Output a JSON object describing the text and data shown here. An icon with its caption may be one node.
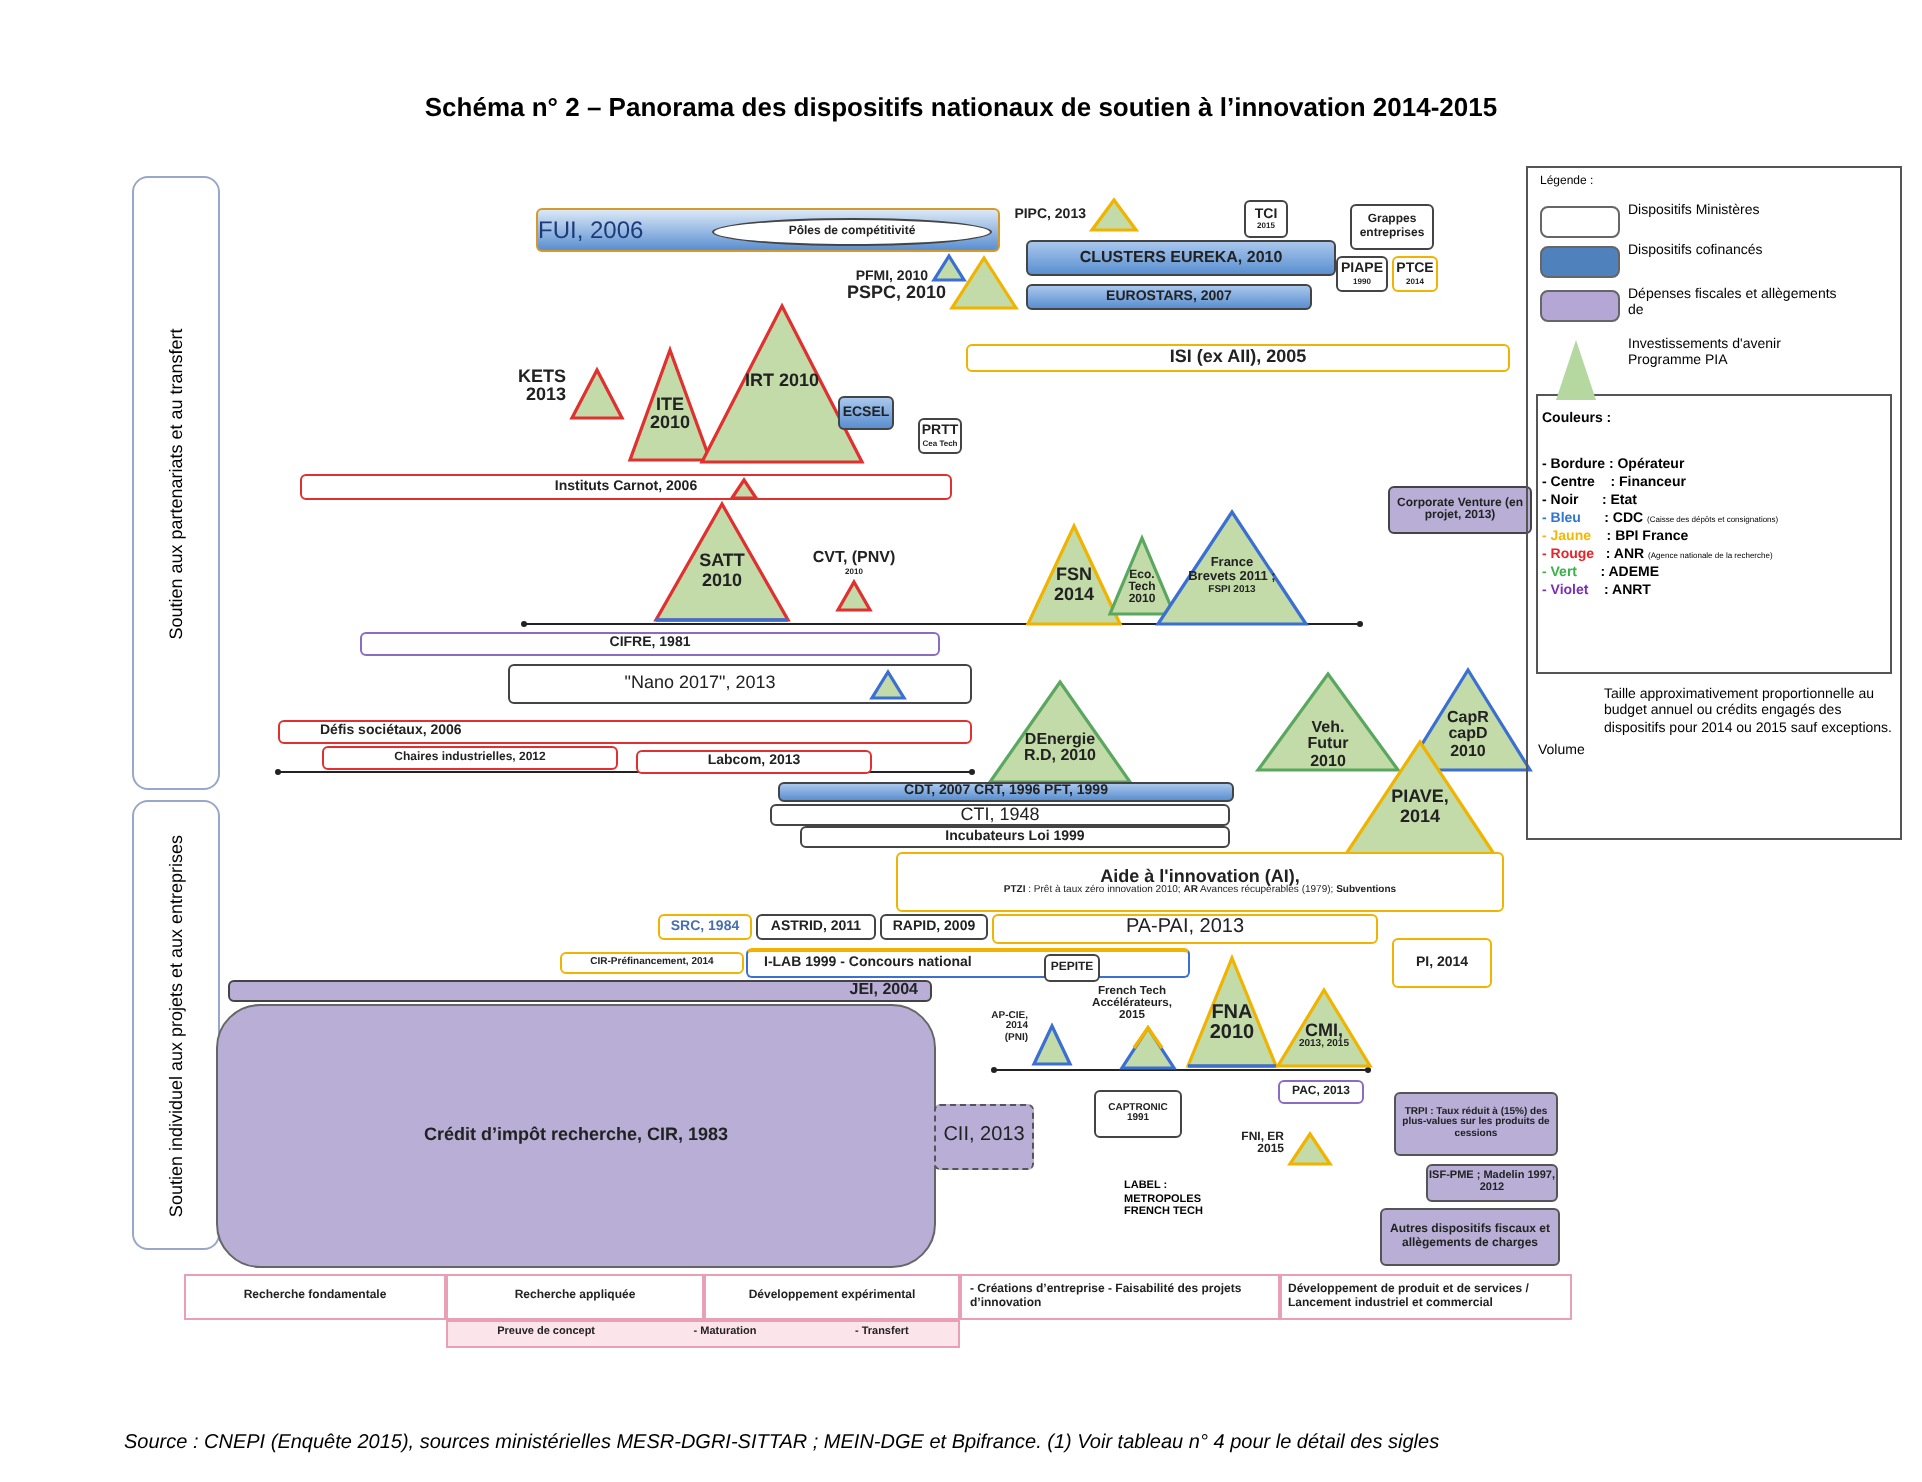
{
  "diagram": {
    "title": "Schéma n° 2 – Panorama des dispositifs nationaux de soutien à l’innovation 2014-2015",
    "caption": "Source : CNEPI (Enquête 2015), sources ministérielles MESR-DGRI-SITTAR ; MEIN-DGE et Bpifrance. (1) Voir tableau n° 4 pour le détail des sigles",
    "nodes": [
      {
        "text": [
          "Soutien aux partenariats et au transfert"
        ]
      },
      {
        "text": [
          "Soutien individuel aux projets et aux entreprises"
        ]
      },
      {
        "text": [
          "FUI, 2006"
        ]
      },
      {
        "text": [
          "Pôles de compétitivité"
        ],
        "in": 2
      },
      {
        "text": [
          "PIPC, 2013"
        ]
      },
      {
        "text": [
          "TCI",
          "2015"
        ]
      },
      {
        "text": [
          "Grappes entreprises"
        ]
      },
      {
        "text": [
          "CLUSTERS EUREKA, 2010"
        ]
      },
      {
        "text": [
          "PIAPE",
          "1990"
        ]
      },
      {
        "text": [
          "PTCE",
          "2014"
        ]
      },
      {
        "text": [
          "EUROSTARS, 2007"
        ]
      },
      {
        "text": [
          "PFMI, 2010"
        ]
      },
      {
        "text": [
          "PSPC, 2010"
        ]
      },
      {
        "text": [
          "ISI  (ex AII), 2005"
        ]
      },
      {
        "text": [
          "KETS 2013"
        ]
      },
      {
        "text": [
          "ITE 2010"
        ]
      },
      {
        "text": [
          "IRT 2010"
        ]
      },
      {
        "text": [
          "ECSEL"
        ]
      },
      {
        "text": [
          "PRTT",
          "Cea Tech"
        ]
      },
      {
        "text": [
          "Instituts Carnot, 2006"
        ]
      },
      {
        "text": [],
        "shape": "triangle",
        "in": 19
      },
      {
        "text": [
          "Corporate Venture (en projet, 2013)"
        ]
      },
      {
        "text": [
          "SATT 2010"
        ]
      },
      {
        "text": [
          "CVT, (PNV)",
          "2010"
        ]
      },
      {
        "text": [
          "FSN 2014"
        ]
      },
      {
        "text": [
          "Eco. Tech 2010"
        ]
      },
      {
        "text": [
          "France Brevets 2011 ;",
          "FSPI 2013"
        ]
      },
      {
        "text": [
          "CIFRE, 1981"
        ]
      },
      {
        "text": [
          "\"Nano 2017\", 2013"
        ]
      },
      {
        "text": [],
        "shape": "triangle",
        "in": 28
      },
      {
        "text": [
          "Défis sociétaux, 2006"
        ]
      },
      {
        "text": [
          "Chaires industrielles, 2012"
        ]
      },
      {
        "text": [
          "Labcom, 2013"
        ]
      },
      {
        "text": [
          "DEnergie R.D, 2010"
        ]
      },
      {
        "text": [
          "Veh. Futur 2010"
        ]
      },
      {
        "text": [
          "CapR capD 2010"
        ]
      },
      {
        "text": [
          "PIAVE, 2014"
        ]
      },
      {
        "text": [
          "CDT, 2007 CRT, 1996 PFT, 1999"
        ]
      },
      {
        "text": [
          "CTI, 1948"
        ]
      },
      {
        "text": [
          "Incubateurs Loi 1999"
        ]
      },
      {
        "text": [
          "Aide à l'innovation (AI),",
          "**PTZI** : Prêt à taux zéro innovation 2010; **AR** Avances récupérables (1979); **Subventions**"
        ]
      },
      {
        "text": [
          "SRC, 1984"
        ]
      },
      {
        "text": [
          "ASTRID, 2011"
        ]
      },
      {
        "text": [
          "RAPID, 2009"
        ]
      },
      {
        "text": [
          "PA-PAI,  2013"
        ]
      },
      {
        "text": [
          "PI, 2014"
        ]
      },
      {
        "text": [
          "CIR-Préfinancement, 2014"
        ]
      },
      {
        "text": [
          "I-LAB 1999 - Concours national"
        ]
      },
      {
        "text": [
          "PEPITE"
        ],
        "in": 47
      },
      {
        "text": [
          "JEI, 2004"
        ]
      },
      {
        "text": [
          "Crédit d’impôt recherche, CIR, 1983"
        ]
      },
      {
        "text": [
          "CII, 2013"
        ]
      },
      {
        "text": [
          "AP-CIE, 2014 (PNI)"
        ]
      },
      {
        "text": [
          "French Tech Accélérateurs, 2015"
        ]
      },
      {
        "text": [
          "FNA 2010"
        ]
      },
      {
        "text": [
          "CMI,",
          "2013, 2015"
        ]
      },
      {
        "text": [
          "CAPTRONIC 1991"
        ]
      },
      {
        "text": [
          "PAC, 2013"
        ]
      },
      {
        "text": [
          "FNI, ER 2015"
        ]
      },
      {
        "text": [
          "TRPI : Taux réduit à (15%) des plus-values sur les produits de cessions"
        ]
      },
      {
        "text": [
          "ISF-PME ; Madelin 1997, 2012"
        ]
      },
      {
        "text": [
          "Autres dispositifs fiscaux et allègements de charges"
        ]
      },
      {
        "text": [
          "Recherche fondamentale"
        ]
      },
      {
        "text": [
          "Recherche appliquée"
        ]
      },
      {
        "text": [
          "Développement expérimental"
        ]
      },
      {
        "text": [
          "- Créations d’entreprise - Faisabilité des projets d’innovation"
        ]
      },
      {
        "text": [
          "Développement de produit et de services / Lancement industriel et commercial"
        ]
      },
      {
        "text": [
          "Preuve de concept",
          "- Maturation",
          "- Transfert"
        ]
      }
    ],
    "labels": [
      "Légende :",
      "Couleurs :",
      "- Bordure : Opérateur",
      "- Centre    : Financeur",
      "Volume",
      "Taille approximativement proportionnelle au budget annuel ou crédits engagés des dispositifs pour 2014 ou 2015 sauf exceptions.",
      "LABEL : METROPOLES FRENCH TECH"
    ],
    "legend": [
      {
        "text": "Dispositifs Ministères",
        "color": "#ffffff"
      },
      {
        "text": "Dispositifs cofinancés",
        "color": "#4f81bd"
      },
      {
        "text": "Dépenses fiscales et allègements de",
        "color": "#b4a7d6"
      },
      {
        "text": "Investissements d'avenir Programme PIA"
      },
      {
        "text": "- Noir      : Etat",
        "color": "#000000"
      },
      {
        "text": "- Bleu      : CDC (Caisse des dépôts et consignations)",
        "color": "#2e75d6"
      },
      {
        "text": "- Jaune    : BPI France",
        "color": "#f5b800"
      },
      {
        "text": "- Rouge   : ANR (Agence nationale de la recherche)",
        "color": "#e8232a"
      },
      {
        "text": "- Vert      : ADEME",
        "color": "#3cb04a"
      },
      {
        "text": "- Violet    : ANRT",
        "color": "#7a2fb5"
      }
    ]
  }
}
